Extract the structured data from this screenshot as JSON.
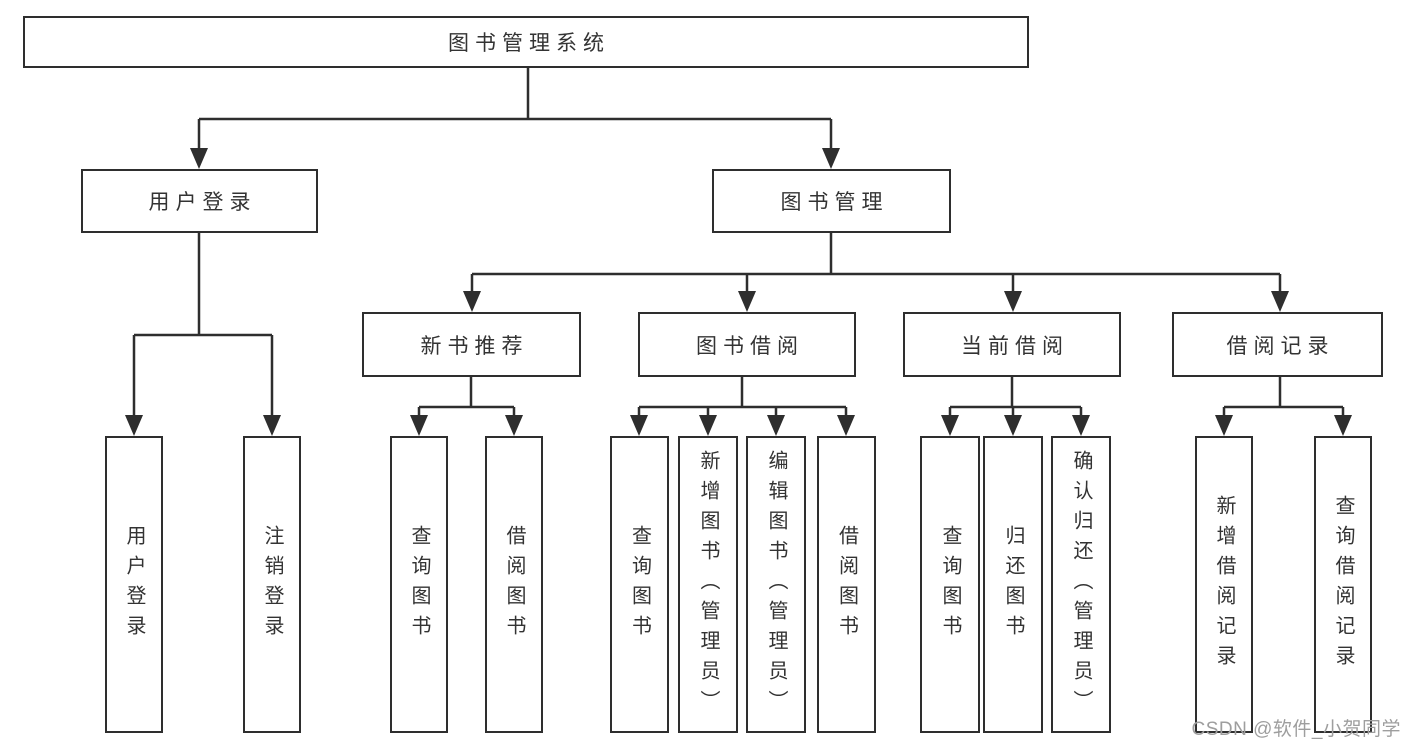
{
  "diagram_title": "图书管理系统",
  "colors": {
    "line": "#2e2e2e",
    "box_border": "#2e2e2e",
    "text": "#333333",
    "background": "#ffffff",
    "watermark": "#9e9e9e"
  },
  "watermark": {
    "text": "CSDN @软件_小贺同学"
  },
  "tree": {
    "label": "图书管理系统",
    "children": [
      {
        "label": "用户登录",
        "children": [
          {
            "label": "用户登录"
          },
          {
            "label": "注销登录"
          }
        ]
      },
      {
        "label": "图书管理",
        "children": [
          {
            "label": "新书推荐",
            "children": [
              {
                "label": "查询图书"
              },
              {
                "label": "借阅图书"
              }
            ]
          },
          {
            "label": "图书借阅",
            "children": [
              {
                "label": "查询图书"
              },
              {
                "label": "新增图书（管理员）"
              },
              {
                "label": "编辑图书（管理员）"
              },
              {
                "label": "借阅图书"
              }
            ]
          },
          {
            "label": "当前借阅",
            "children": [
              {
                "label": "查询图书"
              },
              {
                "label": "归还图书"
              },
              {
                "label": "确认归还（管理员）"
              }
            ]
          },
          {
            "label": "借阅记录",
            "children": [
              {
                "label": "新增借阅记录"
              },
              {
                "label": "查询借阅记录"
              }
            ]
          }
        ]
      }
    ]
  }
}
